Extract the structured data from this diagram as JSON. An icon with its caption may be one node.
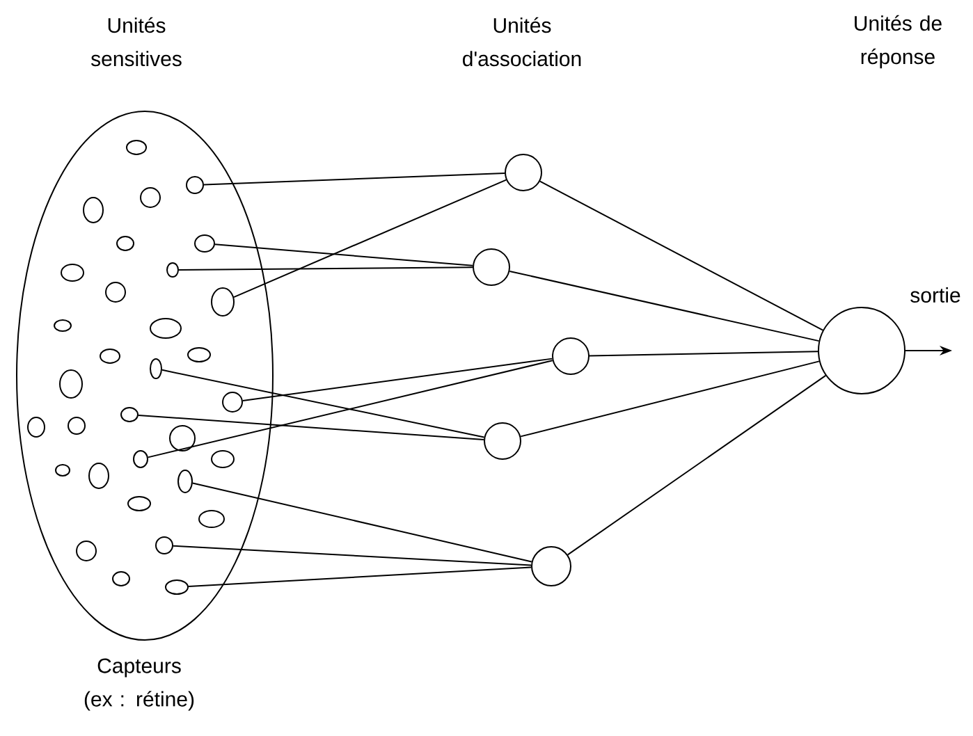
{
  "diagram": {
    "nodes": [
      {
        "text": [],
        "shape": "ellipse"
      },
      {
        "text": [],
        "shape": "ellipse",
        "in": 0
      },
      {
        "text": [],
        "shape": "ellipse",
        "in": 0
      },
      {
        "text": [],
        "shape": "ellipse",
        "in": 0
      },
      {
        "text": [],
        "shape": "ellipse",
        "in": 0
      },
      {
        "text": [],
        "shape": "ellipse",
        "in": 0
      },
      {
        "text": [],
        "shape": "ellipse",
        "in": 0
      },
      {
        "text": [],
        "shape": "ellipse",
        "in": 0
      },
      {
        "text": [],
        "shape": "ellipse",
        "in": 0
      },
      {
        "text": [],
        "shape": "ellipse",
        "in": 0
      },
      {
        "text": [],
        "shape": "ellipse",
        "in": 0
      },
      {
        "text": [],
        "shape": "ellipse",
        "in": 0
      },
      {
        "text": [],
        "shape": "ellipse",
        "in": 0
      },
      {
        "text": [],
        "shape": "ellipse",
        "in": 0
      },
      {
        "text": [],
        "shape": "ellipse",
        "in": 0
      },
      {
        "text": [],
        "shape": "ellipse",
        "in": 0
      },
      {
        "text": [],
        "shape": "ellipse",
        "in": 0
      },
      {
        "text": [],
        "shape": "ellipse",
        "in": 0
      },
      {
        "text": [],
        "shape": "ellipse",
        "in": 0
      },
      {
        "text": [],
        "shape": "ellipse",
        "in": 0
      },
      {
        "text": [],
        "shape": "ellipse",
        "in": 0
      },
      {
        "text": [],
        "shape": "ellipse",
        "in": 0
      },
      {
        "text": [],
        "shape": "ellipse",
        "in": 0
      },
      {
        "text": [],
        "shape": "ellipse",
        "in": 0
      },
      {
        "text": [],
        "shape": "ellipse",
        "in": 0
      },
      {
        "text": [],
        "shape": "ellipse",
        "in": 0
      },
      {
        "text": [],
        "shape": "ellipse",
        "in": 0
      },
      {
        "text": [],
        "shape": "ellipse",
        "in": 0
      },
      {
        "text": [],
        "shape": "ellipse",
        "in": 0
      },
      {
        "text": [],
        "shape": "ellipse",
        "in": 0
      },
      {
        "text": [],
        "shape": "ellipse",
        "in": 0
      },
      {
        "text": [],
        "shape": "ellipse",
        "in": 0
      },
      {
        "text": [],
        "shape": "ellipse",
        "in": 0
      },
      {
        "text": [],
        "shape": "circle"
      },
      {
        "text": [],
        "shape": "circle"
      },
      {
        "text": [],
        "shape": "circle"
      },
      {
        "text": [],
        "shape": "circle"
      },
      {
        "text": [],
        "shape": "circle"
      },
      {
        "text": [],
        "shape": "circle"
      }
    ],
    "edges": [
      {
        "from": 2,
        "to": 33,
        "arrow": "none"
      },
      {
        "from": 10,
        "to": 33,
        "arrow": "none"
      },
      {
        "from": 6,
        "to": 34,
        "arrow": "none"
      },
      {
        "from": 8,
        "to": 34,
        "arrow": "none"
      },
      {
        "from": 17,
        "to": 35,
        "arrow": "none"
      },
      {
        "from": 22,
        "to": 35,
        "arrow": "none"
      },
      {
        "from": 15,
        "to": 36,
        "arrow": "none"
      },
      {
        "from": 20,
        "to": 36,
        "arrow": "none"
      },
      {
        "from": 26,
        "to": 37,
        "arrow": "none"
      },
      {
        "from": 30,
        "to": 37,
        "arrow": "none"
      },
      {
        "from": 32,
        "to": 37,
        "arrow": "none"
      },
      {
        "from": 33,
        "to": 38,
        "arrow": "none"
      },
      {
        "from": 34,
        "to": 38,
        "arrow": "none"
      },
      {
        "from": 35,
        "to": 38,
        "arrow": "none"
      },
      {
        "from": 36,
        "to": 38,
        "arrow": "none"
      },
      {
        "from": 37,
        "to": 38,
        "arrow": "none"
      },
      {
        "from": 38,
        "to": null,
        "arrow": "to",
        "label": "sortie"
      }
    ],
    "labels": [
      "Unités sensitives",
      "Unités d'association",
      "Unités de réponse",
      "Capteurs (ex : rétine)"
    ]
  }
}
